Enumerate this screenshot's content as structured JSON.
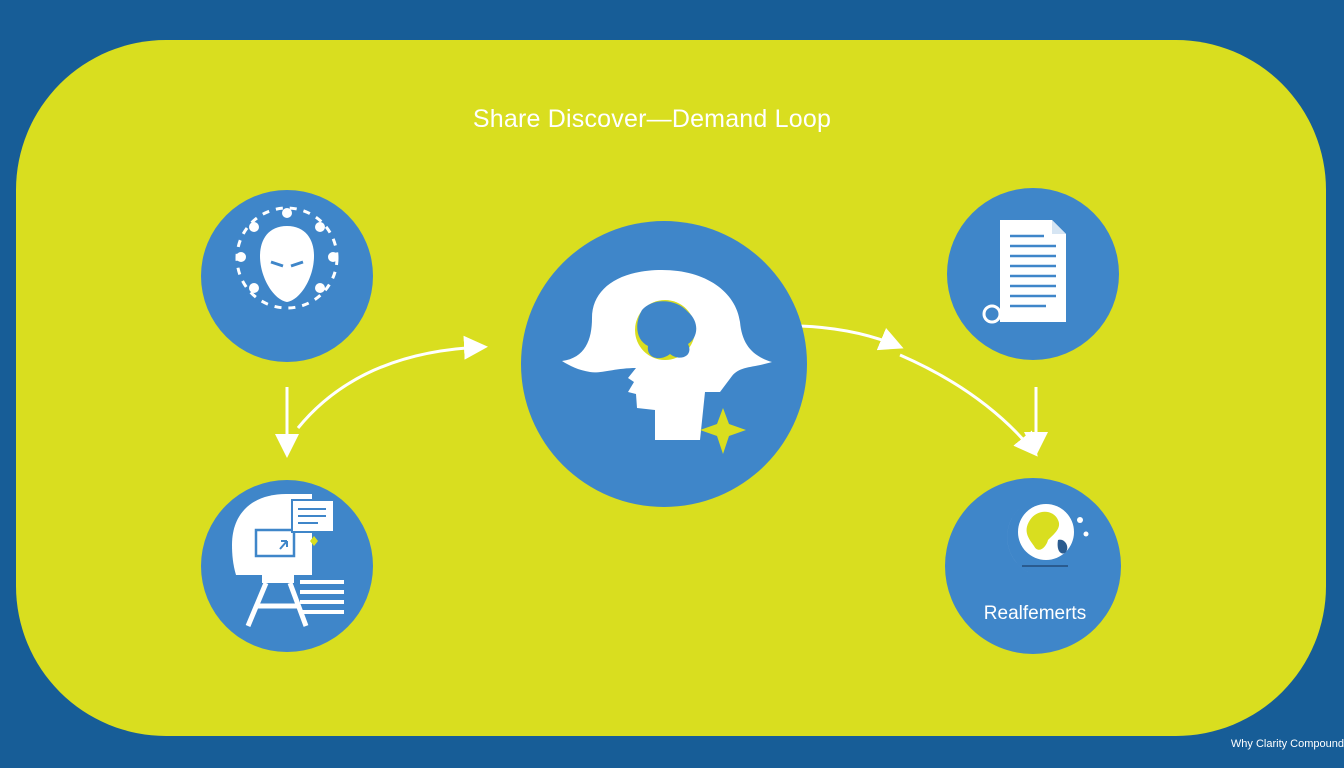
{
  "diagram": {
    "title": "Share Discover—Demand Loop",
    "nodes": [
      {
        "id": "top-left",
        "icon": "person-network-icon",
        "label": ""
      },
      {
        "id": "center",
        "icon": "head-brain-spark-icon",
        "label": ""
      },
      {
        "id": "top-right",
        "icon": "document-icon",
        "label": ""
      },
      {
        "id": "bottom-left",
        "icon": "presentation-easel-icon",
        "label": ""
      },
      {
        "id": "bottom-right",
        "icon": "globe-moon-icon",
        "label": "Realfemerts"
      }
    ]
  },
  "footer": {
    "watermark": "Why Clarity Compound"
  },
  "colors": {
    "frame": "#175d97",
    "panel": "#d9de1f",
    "node": "#3f86c9",
    "arrow": "#ffffff"
  }
}
